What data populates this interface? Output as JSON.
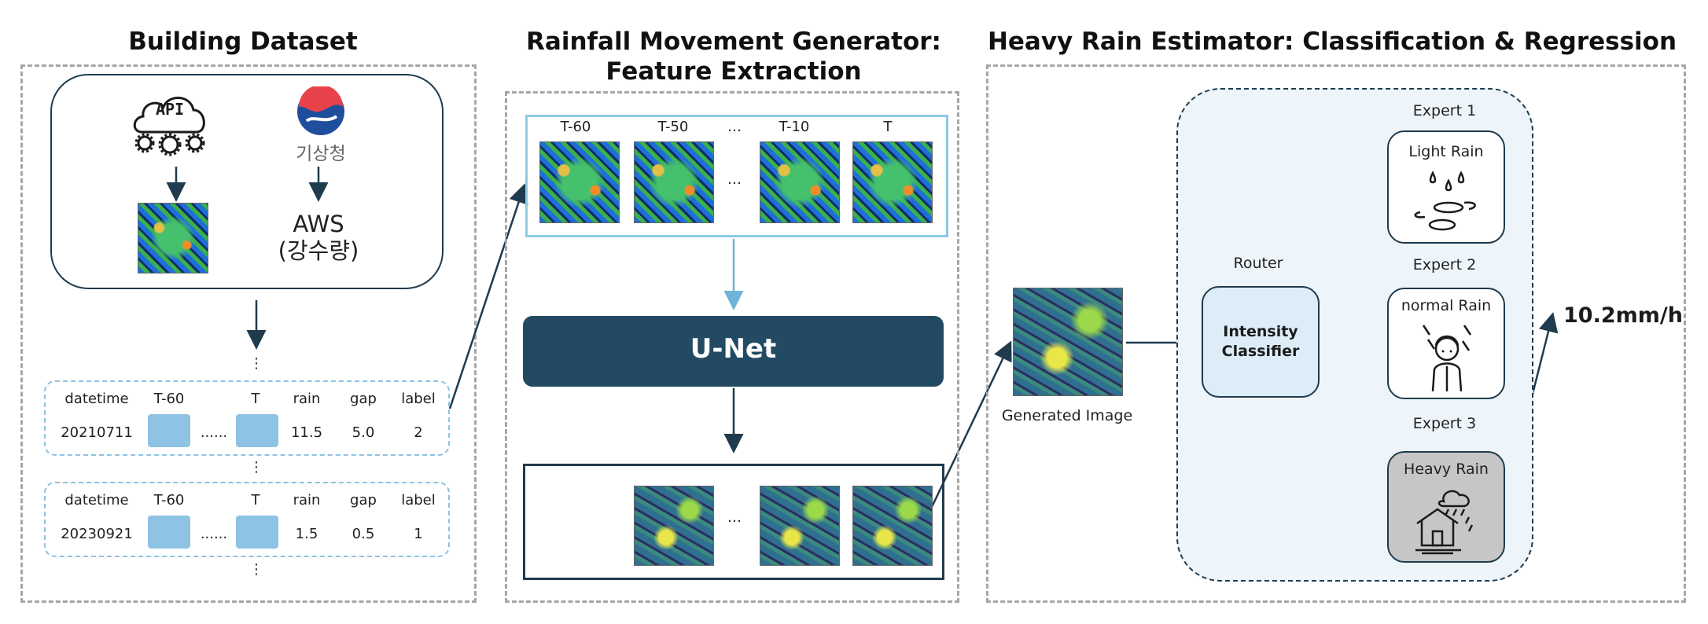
{
  "panel1": {
    "title": "Building Dataset",
    "api_label": "API",
    "kma_label": "기상청",
    "aws_line1": "AWS",
    "aws_line2": "(강수량)",
    "ellipsis": "⋮",
    "table1": {
      "headers": [
        "datetime",
        "T-60",
        "T",
        "rain",
        "gap",
        "label"
      ],
      "values": [
        "20210711",
        "......",
        "11.5",
        "5.0",
        "2"
      ]
    },
    "table2": {
      "headers": [
        "datetime",
        "T-60",
        "T",
        "rain",
        "gap",
        "label"
      ],
      "values": [
        "20230921",
        "......",
        "1.5",
        "0.5",
        "1"
      ]
    }
  },
  "panel2": {
    "title_line1": "Rainfall Movement Generator:",
    "title_line2": "Feature Extraction",
    "frame_labels": [
      "T-60",
      "T-50",
      "…",
      "T-10",
      "T"
    ],
    "unet_label": "U-Net",
    "dots": "…"
  },
  "panel3": {
    "title": "Heavy Rain Estimator: Classification & Regression",
    "generated_label": "Generated Image",
    "router_label": "Router",
    "classifier_line1": "Intensity",
    "classifier_line2": "Classifier",
    "experts": [
      {
        "title": "Expert 1",
        "label": "Light Rain"
      },
      {
        "title": "Expert 2",
        "label": "normal Rain"
      },
      {
        "title": "Expert 3",
        "label": "Heavy Rain"
      }
    ],
    "output": "10.2mm/h"
  },
  "colors": {
    "dark_navy": "#1f3b4d",
    "unet_fill": "#234a63",
    "light_blue": "#8ec3e3",
    "frame_border": "#8ecae6",
    "classifier_fill": "#dcedf7",
    "heavy_fill": "#c6c6c6"
  }
}
